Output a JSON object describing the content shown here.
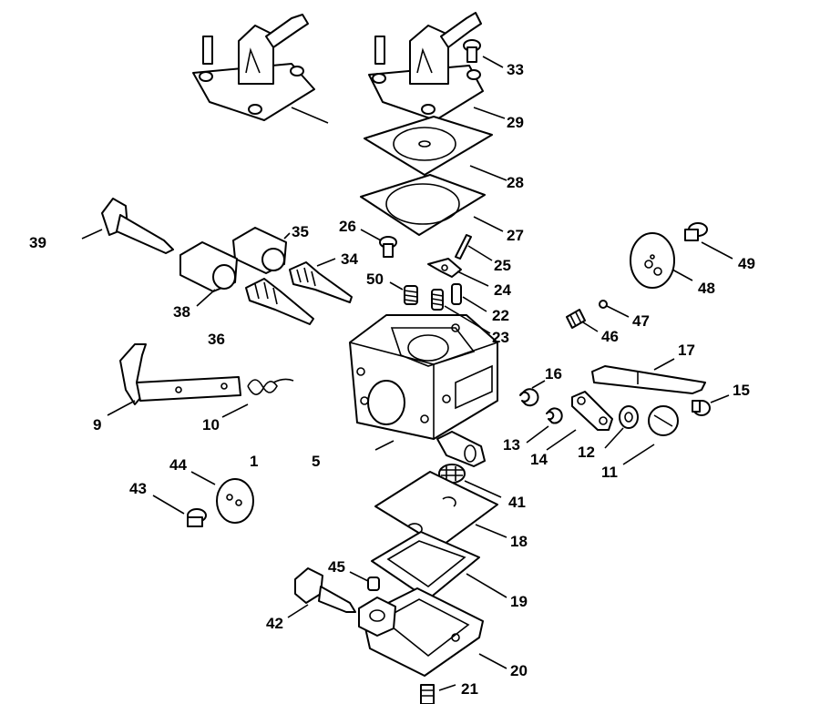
{
  "diagram": {
    "colors": {
      "line": "#000000",
      "background": "#ffffff"
    },
    "callouts": [
      {
        "id": "c33",
        "text": "33"
      },
      {
        "id": "c29",
        "text": "29"
      },
      {
        "id": "c28",
        "text": "28"
      },
      {
        "id": "c27",
        "text": "27"
      },
      {
        "id": "c26",
        "text": "26"
      },
      {
        "id": "c25",
        "text": "25"
      },
      {
        "id": "c24",
        "text": "24"
      },
      {
        "id": "c22",
        "text": "22"
      },
      {
        "id": "c23",
        "text": "23"
      },
      {
        "id": "c50",
        "text": "50"
      },
      {
        "id": "c35",
        "text": "35"
      },
      {
        "id": "c34",
        "text": "34"
      },
      {
        "id": "c39",
        "text": "39"
      },
      {
        "id": "c38",
        "text": "38"
      },
      {
        "id": "c36",
        "text": "36"
      },
      {
        "id": "c49",
        "text": "49"
      },
      {
        "id": "c48",
        "text": "48"
      },
      {
        "id": "c47",
        "text": "47"
      },
      {
        "id": "c46",
        "text": "46"
      },
      {
        "id": "c17",
        "text": "17"
      },
      {
        "id": "c16",
        "text": "16"
      },
      {
        "id": "c15",
        "text": "15"
      },
      {
        "id": "c13",
        "text": "13"
      },
      {
        "id": "c14",
        "text": "14"
      },
      {
        "id": "c12",
        "text": "12"
      },
      {
        "id": "c11",
        "text": "11"
      },
      {
        "id": "c9",
        "text": "9"
      },
      {
        "id": "c10",
        "text": "10"
      },
      {
        "id": "c1",
        "text": "1"
      },
      {
        "id": "c5",
        "text": "5"
      },
      {
        "id": "c44",
        "text": "44"
      },
      {
        "id": "c43",
        "text": "43"
      },
      {
        "id": "c41",
        "text": "41"
      },
      {
        "id": "c18",
        "text": "18"
      },
      {
        "id": "c45",
        "text": "45"
      },
      {
        "id": "c19",
        "text": "19"
      },
      {
        "id": "c42",
        "text": "42"
      },
      {
        "id": "c20",
        "text": "20"
      },
      {
        "id": "c21",
        "text": "21"
      }
    ]
  }
}
